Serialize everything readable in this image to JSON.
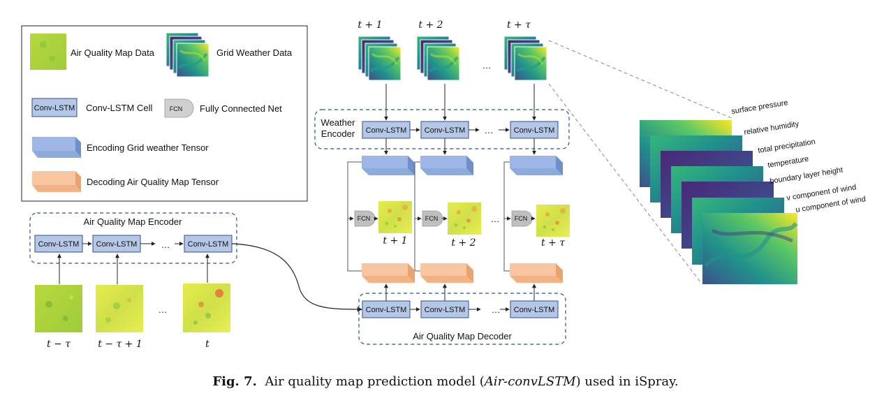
{
  "legend": {
    "air_quality_map_data": "Air Quality Map Data",
    "grid_weather_data": "Grid Weather Data",
    "conv_lstm_cell": "Conv-LSTM Cell",
    "fully_connected_net": "Fully Connected Net",
    "encoding_tensor": "Encoding Grid weather Tensor",
    "decoding_tensor": "Decoding Air Quality Map Tensor"
  },
  "cell_label": "Conv-LSTM",
  "fcn_label": "FCN",
  "ellipsis": "…",
  "weather_encoder": {
    "line1": "Weather",
    "line2": "Encoder"
  },
  "air_quality_encoder_title": "Air Quality Map Encoder",
  "air_quality_decoder_title": "Air Quality Map Decoder",
  "weather_time_labels": [
    "t + 1",
    "t + 2",
    "t + τ"
  ],
  "prediction_time_labels": [
    "t + 1",
    "t + 2",
    "t + τ"
  ],
  "input_time_labels": [
    "t − τ",
    "t − τ + 1",
    "t"
  ],
  "weather_layers": [
    "surface pressure",
    "relative humidity",
    "total precipitation",
    "temperature",
    "boundary layer height",
    "v component of wind",
    "u component of wind"
  ],
  "caption": {
    "figure": "Fig. 7.",
    "text_before": "Air quality map prediction model (",
    "model_name": "Air-convLSTM",
    "text_after": ") used in iSpray."
  },
  "colors": {
    "conv_lstm_fill": "#b4c7e7",
    "encoding_tensor": "#8eaadb",
    "decoding_tensor": "#f4b183",
    "fcn_fill": "#bfbfbf",
    "dashed_box": "#2f4f8f",
    "air_quality_map": "#d6e84a",
    "weather_grid": "#2c7f8e"
  }
}
